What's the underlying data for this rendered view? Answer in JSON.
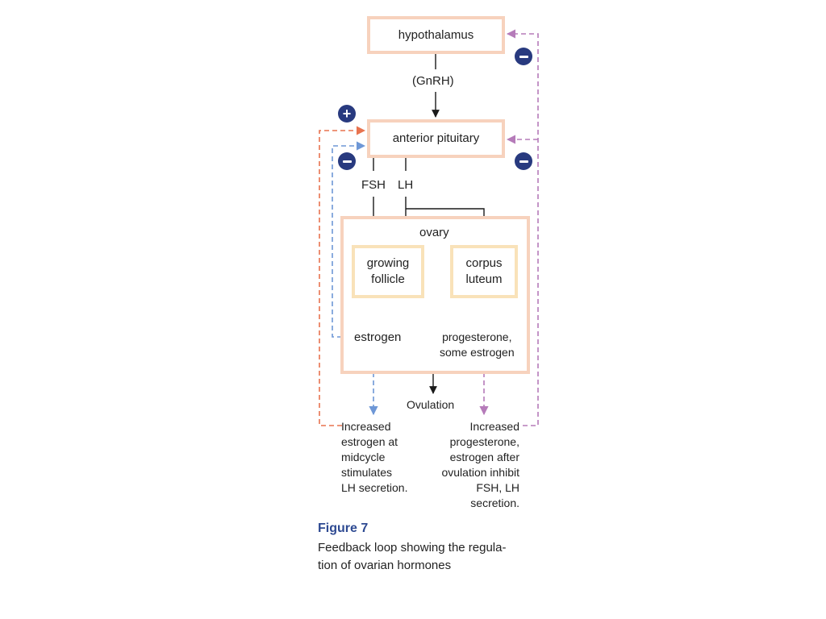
{
  "nodes": {
    "hypothalamus": "hypothalamus",
    "anterior_pituitary": "anterior pituitary",
    "ovary": "ovary",
    "growing_follicle": [
      "growing",
      "follicle"
    ],
    "corpus_luteum": [
      "corpus",
      "luteum"
    ]
  },
  "labels": {
    "gnrh": "(GnRH)",
    "fsh": "FSH",
    "lh": "LH",
    "estrogen": "estrogen",
    "progesterone": [
      "progesterone,",
      "some estrogen"
    ],
    "ovulation": "Ovulation"
  },
  "notes": {
    "left": [
      "Increased",
      "estrogen at",
      "midcycle",
      "stimulates",
      "LH secretion."
    ],
    "right": [
      "Increased",
      "progesterone,",
      "estrogen after",
      "ovulation inhibit",
      "FSH, LH",
      "secretion."
    ]
  },
  "badges": {
    "plus": "+",
    "minus": "−"
  },
  "figure": {
    "title": "Figure 7",
    "caption": "Feedback loop showing the regula-tion of ovarian hormones",
    "caption_lines": [
      "Feedback loop showing the regula-",
      "tion of ovarian hormones"
    ]
  },
  "colors": {
    "outer_box": "#f7d2bd",
    "inner_box": "#f9e2b9",
    "positive_feedback": "#e8734f",
    "estrogen_feedback": "#6e97d6",
    "progesterone_feedback": "#b57bb9",
    "badge": "#283a7f",
    "figure_title": "#2e4a92"
  }
}
